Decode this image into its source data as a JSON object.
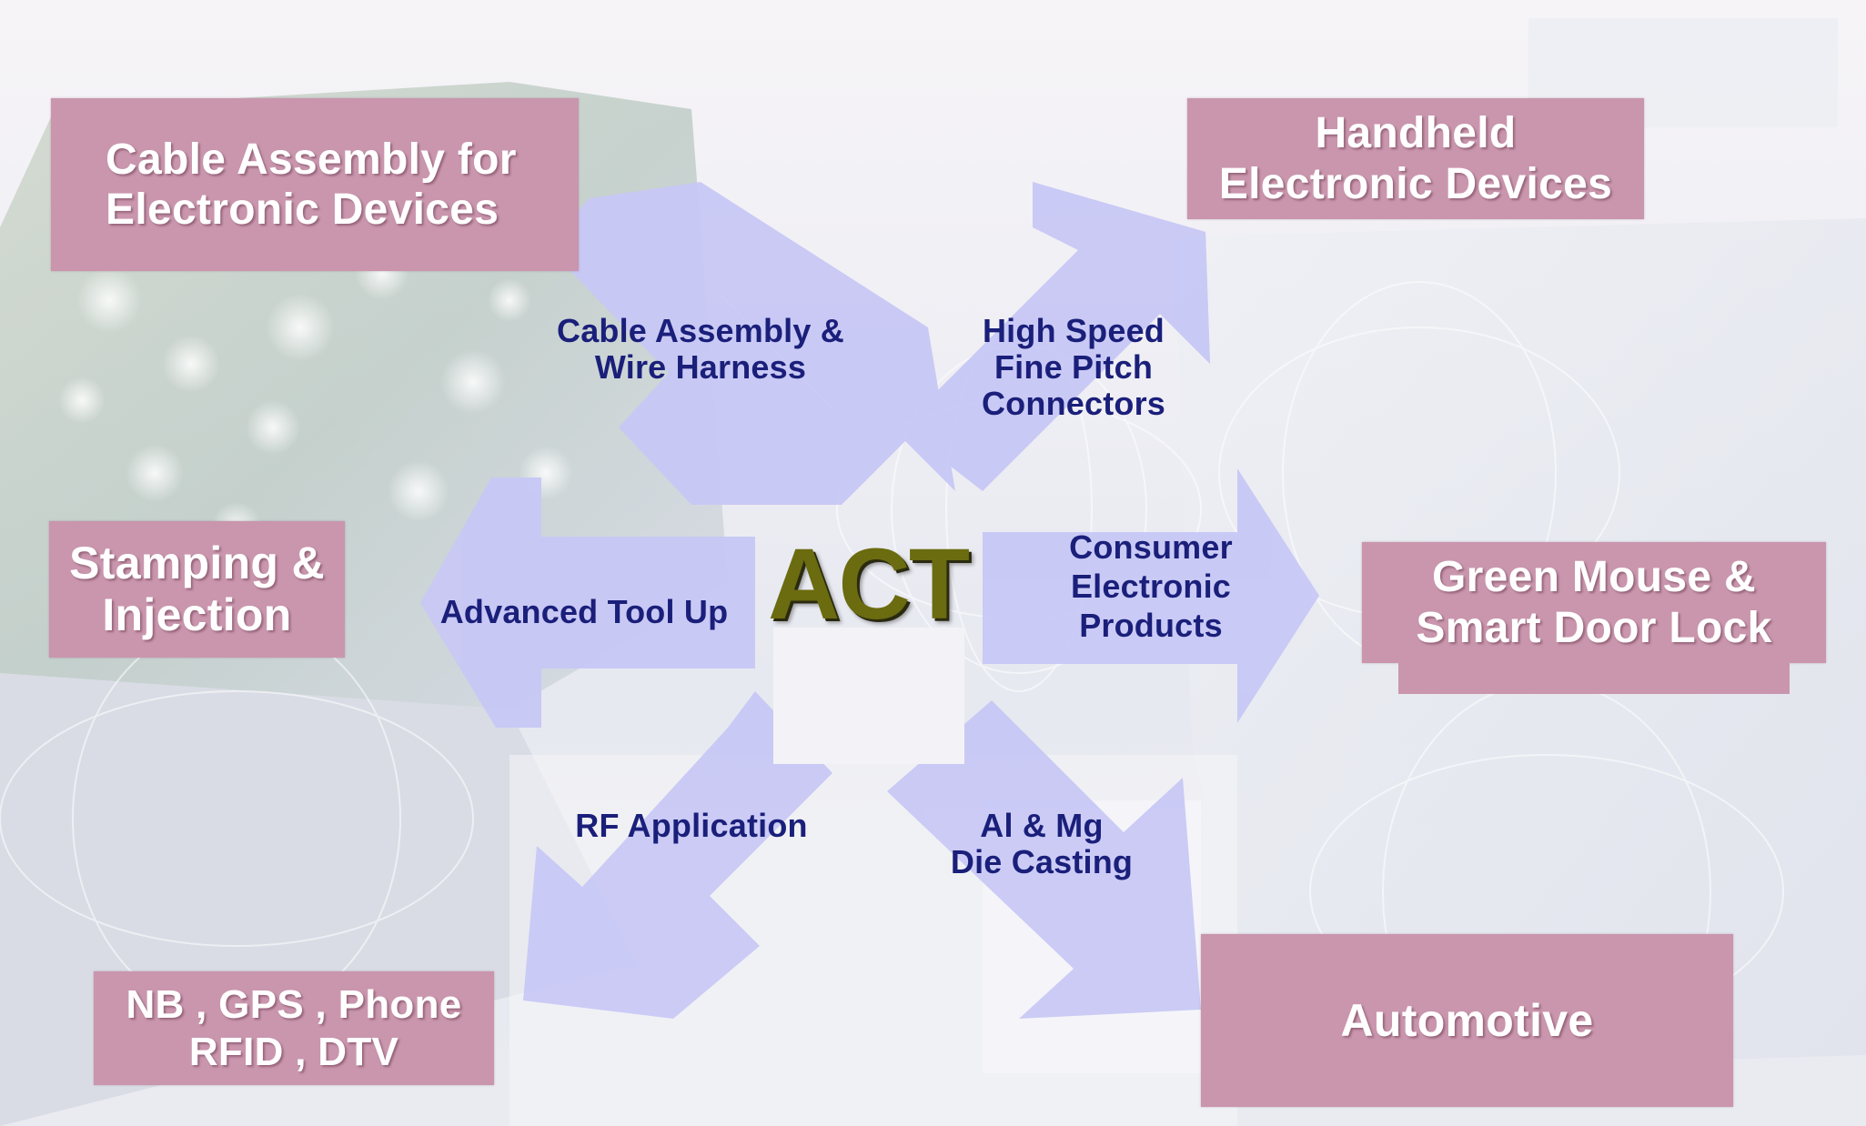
{
  "center": {
    "title": "ACT"
  },
  "arrows": {
    "cable_assembly": "Cable Assembly &\nWire Harness",
    "high_speed": "High Speed\nFine Pitch\nConnectors",
    "advanced_tool": "Advanced Tool Up",
    "consumer": "Consumer\nElectronic\nProducts",
    "rf": "RF Application",
    "die_casting": "Al & Mg\nDie Casting"
  },
  "boxes": {
    "top_left": "Cable Assembly for\nElectronic Devices",
    "top_right": "Handheld\nElectronic Devices",
    "mid_left": "Stamping &\nInjection",
    "mid_right": "Green Mouse &\nSmart Door Lock",
    "bottom_left": "NB , GPS , Phone\nRFID , DTV",
    "bottom_right": "Automotive"
  },
  "colors": {
    "box": "#c996ad",
    "arrow": "#c8c8f6",
    "arrow_text": "#1a1f7a",
    "title": "#6b6b10"
  }
}
